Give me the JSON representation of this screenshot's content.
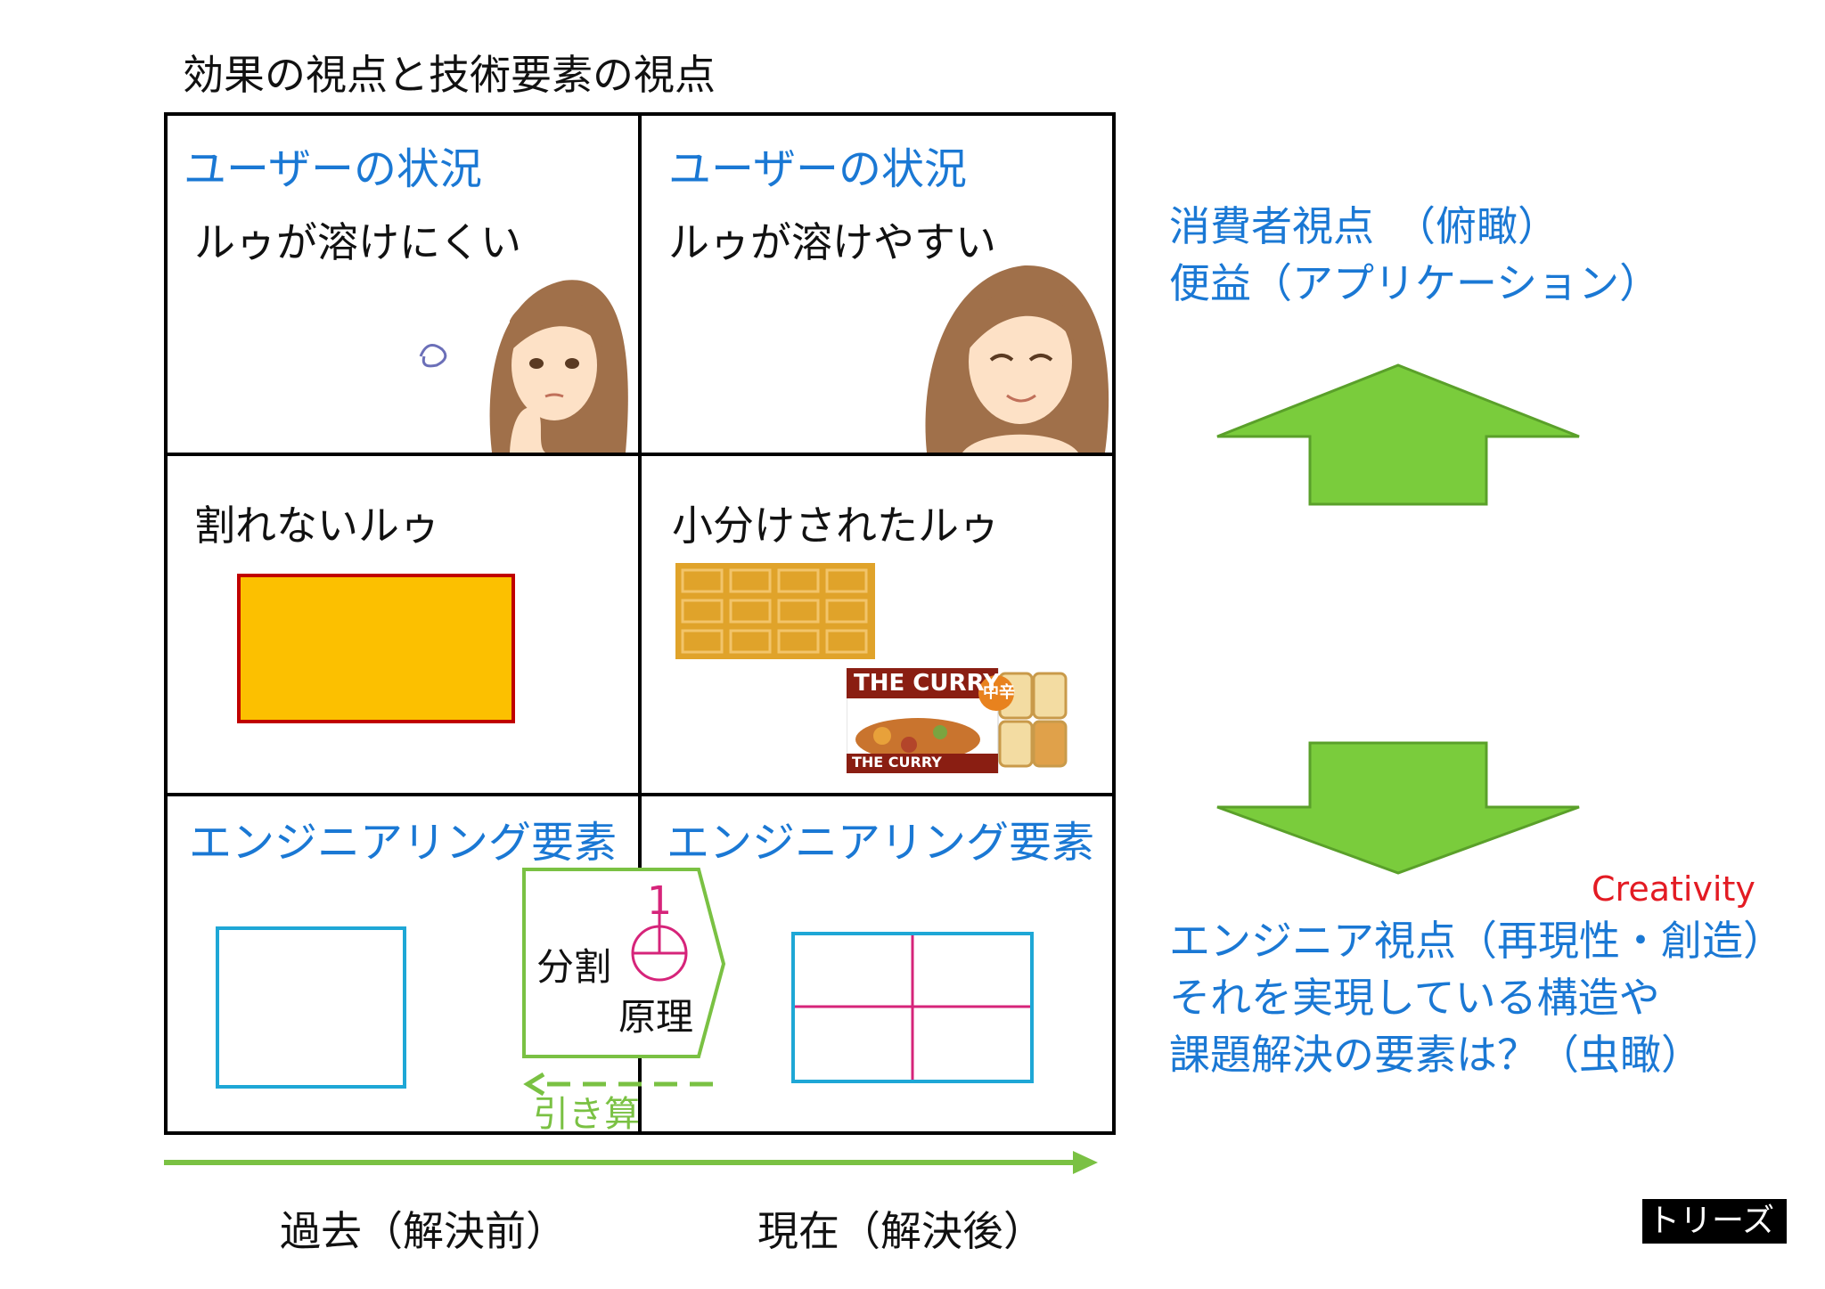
{
  "title": "効果の視点と技術要素の視点",
  "left_column": {
    "situation_heading": "ユーザーの状況",
    "situation_text": "ルゥが溶けにくい",
    "product_text": "割れないルゥ",
    "engineering_heading": "エンジニアリング要素"
  },
  "right_column": {
    "situation_heading": "ユーザーの状況",
    "situation_text": "ルゥが溶けやすい",
    "product_text": "小分けされたルゥ",
    "engineering_heading": "エンジニアリング要素",
    "package_brand": "THE CURRY",
    "package_badge": "中辛"
  },
  "principle": {
    "number": "1",
    "line1": "分割",
    "line2": "原理",
    "subtraction_label": "引き算"
  },
  "timeline": {
    "past_label": "過去（解決前）",
    "present_label": "現在（解決後）"
  },
  "consumer_view": {
    "line1": "消費者視点　（俯瞰）",
    "line2": "便益（アプリケーション）"
  },
  "engineer_view": {
    "creativity": "Creativity",
    "line1": "エンジニア視点（再現性・創造）",
    "line2": "それを実現している構造や",
    "line3": "課題解決の要素は？（虫瞰）"
  },
  "badge": "トリーズ",
  "colors": {
    "blue_text": "#1a78d4",
    "green_arrow": "#7acc3c",
    "roux_fill": "#fcc000",
    "roux_border": "#c00000",
    "engineering_box": "#1ea7d6",
    "division_line": "#d6247a",
    "creativity": "#e31b23"
  }
}
